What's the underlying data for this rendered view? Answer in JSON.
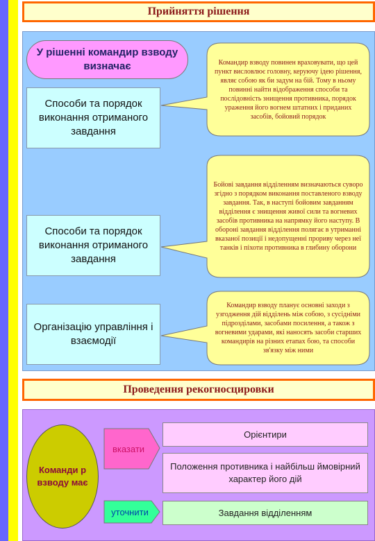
{
  "section1": {
    "title": "Прийняття рішення",
    "pill": "У рішенні командир взводу визначає",
    "boxes": [
      "Способи та порядок виконання отриманого завдання",
      "Способи та порядок виконання отриманого завдання",
      "Організацію управління і взаємодії"
    ],
    "bubbles": [
      "Командир взводу повинен враховувати, що цей пункт висловлює головну, керуючу ідею рішення, являє собою як би задум на бій. Тому в ньому повинні найти відображення способи та послідовність знищення противника, порядок ураження його вогнем штатних і приданих засобів, бойовий порядок",
      "Бойові завдання відділенням визначаються суворо згідно з порядком виконання поставленого взводу завдання. Так, в наступі бойовим завданням відділення є знищення живої сили та вогневих засобів противника на напрямку його наступу. В обороні завдання відділення полягає в утриманні вказаної позиції і недопущенні прориву через неї танків і піхоти противника в глибину оборони",
      "Командир взводу планує основні заходи з узгодження дій відділень між собою, з сусідніми підрозділами, засобами посилення, а також з вогневими ударами, які наносять засоби старших командирів на різних етапах бою, та способи зв'язку між ними"
    ]
  },
  "section2": {
    "title": "Проведення рекогносцировки",
    "oval": "Команди р взводу має",
    "arrow1": "вказати",
    "arrow2": "уточнити",
    "items": [
      "Орієнтири",
      "Положення противника і найбільш ймовірний характер його дій",
      "Завдання відділенням"
    ]
  },
  "colors": {
    "accent": "#ff6600",
    "title": "#8b1a1a",
    "panel_blue": "#99ccff",
    "panel_purple": "#cc99ff",
    "bubble": "#ffff99"
  }
}
